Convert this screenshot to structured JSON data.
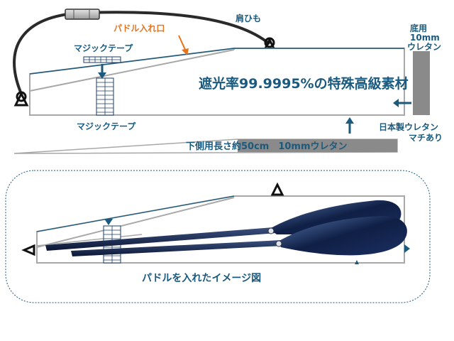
{
  "labels": {
    "shoulder_strap": "肩ひも",
    "paddle_opening": "パドル入れ口",
    "velcro_top": "マジックテープ",
    "velcro_bottom": "マジックテープ",
    "material": "遮光率99.9995%の特殊高級素材",
    "bottom_urethane_1": "底用",
    "bottom_urethane_2": "10mm",
    "bottom_urethane_3": "ウレタン",
    "japan_urethane": "日本製ウレタン",
    "gusset": "マチあり",
    "lower_side": "下側用長さ約50cm　10mmウレタン",
    "caption": "パドルを入れたイメージ図"
  },
  "colors": {
    "teal": "#1a5a7e",
    "orange": "#e8731a",
    "navy": "#0f1f45",
    "outline": "#9a9a9a",
    "gray_block": "#8a8a8a"
  }
}
